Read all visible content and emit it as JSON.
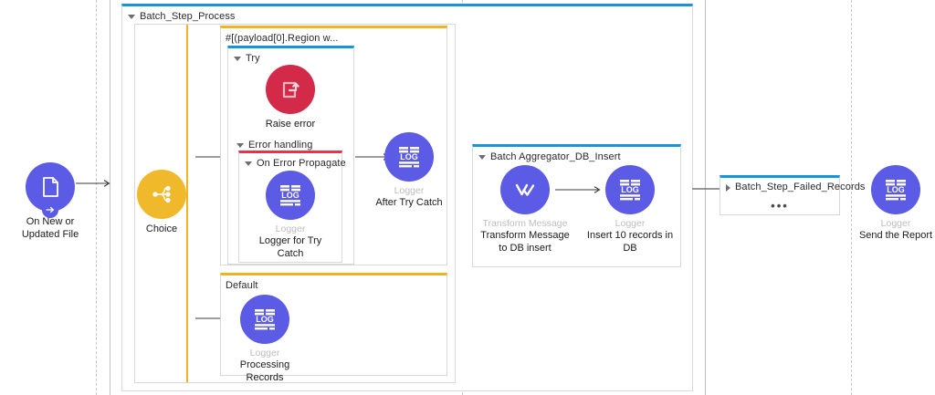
{
  "canvas": {
    "title": "Mule flow canvas"
  },
  "nodes": {
    "source": {
      "type": "",
      "label": "On New or\nUpdated File",
      "label_line1": "On New or",
      "label_line2": "Updated File",
      "icon": "file-document-icon",
      "color": "#5b5be6"
    },
    "choice": {
      "type": "",
      "label": "Choice",
      "icon": "choice-branch-icon",
      "color": "#f0b92c"
    },
    "raise_error": {
      "type": "",
      "label": "Raise error",
      "icon": "raise-error-icon",
      "color": "#d32a49"
    },
    "logger_try_catch": {
      "type": "Logger",
      "label_line1": "Logger for Try",
      "label_line2": "Catch",
      "icon": "log-icon",
      "color": "#5b5be6"
    },
    "after_try_catch": {
      "type": "Logger",
      "label": "After Try Catch",
      "icon": "log-icon",
      "color": "#5b5be6"
    },
    "processing_records": {
      "type": "Logger",
      "label_line1": "Processing",
      "label_line2": "Records",
      "icon": "log-icon",
      "color": "#5b5be6"
    },
    "transform_message": {
      "type": "Transform Message",
      "label_line1": "Transform Message",
      "label_line2": "to DB insert",
      "icon": "transform-message-icon",
      "color": "#5b5be6"
    },
    "logger_db": {
      "type": "Logger",
      "label_line1": "Insert 10 records in",
      "label_line2": "DB",
      "icon": "log-icon",
      "color": "#5b5be6"
    },
    "send_report": {
      "type": "Logger",
      "label": "Send the Report",
      "icon": "log-icon",
      "color": "#5b5be6"
    }
  },
  "scopes": {
    "batch_step_process": {
      "title": "Batch_Step_Process",
      "accent": "#1a94d8",
      "expanded": true
    },
    "choice_route": {
      "title": "#[(payload[0].Region w...",
      "accent": "#f0b323"
    },
    "try_scope": {
      "title": "Try",
      "accent": "#1a94d8",
      "expanded": true
    },
    "error_handling": {
      "title": "Error handling",
      "expanded": true
    },
    "on_error_propagate": {
      "title": "On Error Propagate",
      "accent": "#e8334a",
      "expanded": true
    },
    "default_route": {
      "title": "Default",
      "accent": "#f0b323"
    },
    "batch_aggregator": {
      "title": "Batch Aggregator_DB_Insert",
      "accent": "#1a94d8",
      "expanded": true
    },
    "batch_step_failed": {
      "title": "Batch_Step_Failed_Records",
      "accent": "#1a94d8",
      "expanded": false,
      "collapsed_indicator": "•••"
    }
  },
  "icon_text": {
    "log": "LOG"
  }
}
